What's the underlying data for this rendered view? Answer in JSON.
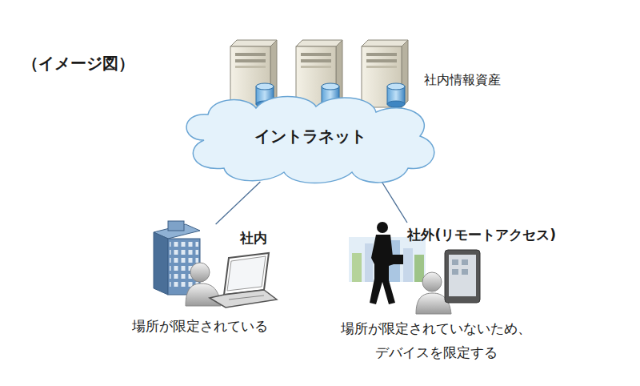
{
  "diagram": {
    "title": "（イメージ図）",
    "nodes": [
      {
        "text": [
          "イントラネット"
        ]
      },
      {
        "text": [
          "社内",
          "場所が限定されている"
        ]
      },
      {
        "text": [
          "社外(リモートアクセス)",
          "場所が限定されていないため、 デバイスを限定する"
        ]
      }
    ],
    "edges": [
      {
        "from": 0,
        "to": 1,
        "arrow": "none"
      },
      {
        "from": 0,
        "to": 2,
        "arrow": "none"
      }
    ],
    "labels": [
      "社内情報資産"
    ]
  }
}
